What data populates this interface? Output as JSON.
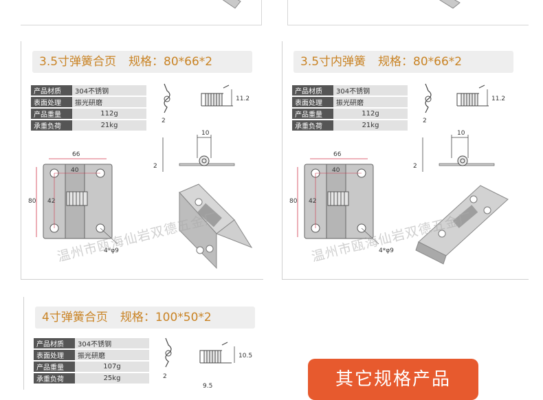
{
  "products": [
    {
      "title": "3.5寸弹簧合页",
      "spec": "规格：80*66*2",
      "rows": [
        {
          "label": "产品材质",
          "value": "304不锈钢"
        },
        {
          "label": "表面处理",
          "value": "振光研磨"
        },
        {
          "label": "产品重量",
          "value": "112g"
        },
        {
          "label": "承重负荷",
          "value": "21kg"
        }
      ],
      "dims": {
        "width": "66",
        "height": "80",
        "inner_w": "40",
        "inner_h": "42",
        "hole": "4*φ9",
        "coil_h": "11.2",
        "thick": "2",
        "knuckle": "10",
        "side": "2"
      }
    },
    {
      "title": "3.5寸内弹簧",
      "spec": "规格：80*66*2",
      "rows": [
        {
          "label": "产品材质",
          "value": "304不锈钢"
        },
        {
          "label": "表面处理",
          "value": "振光研磨"
        },
        {
          "label": "产品重量",
          "value": "112g"
        },
        {
          "label": "承重负荷",
          "value": "21kg"
        }
      ],
      "dims": {
        "width": "66",
        "height": "80",
        "inner_w": "40",
        "inner_h": "42",
        "hole": "4*φ9",
        "coil_h": "11.2",
        "thick": "2",
        "knuckle": "10",
        "side": "2"
      }
    },
    {
      "title": "4寸弹簧合页",
      "spec": "规格：100*50*2",
      "rows": [
        {
          "label": "产品材质",
          "value": "304不锈钢"
        },
        {
          "label": "表面处理",
          "value": "振光研磨"
        },
        {
          "label": "产品重量",
          "value": "107g"
        },
        {
          "label": "承重负荷",
          "value": "25kg"
        }
      ],
      "dims": {
        "coil_h": "10.5",
        "thick": "2",
        "knuckle": "9.5"
      }
    }
  ],
  "watermark": "温州市瓯海仙岩双德五金厂",
  "cta_label": "其它规格产品",
  "colors": {
    "title_text": "#c98324",
    "cta_bg": "#e75a2e",
    "label_bg": "#555555",
    "value_bg": "#e2e2e2"
  }
}
